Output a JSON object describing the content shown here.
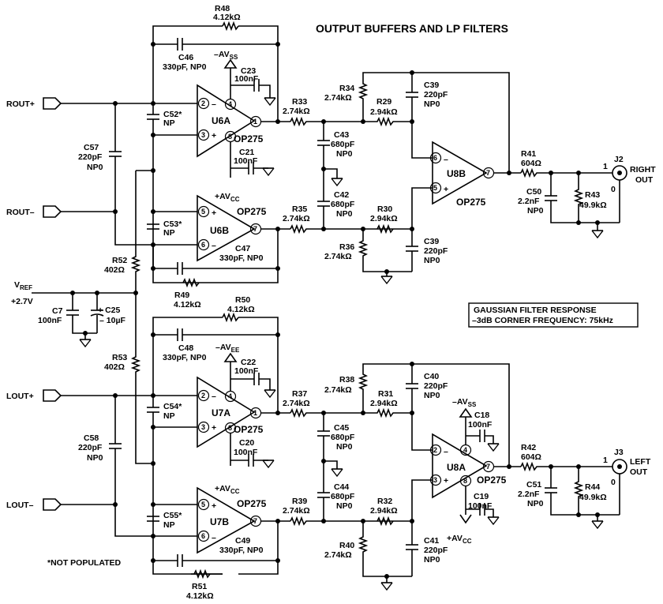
{
  "title": "OUTPUT BUFFERS AND LP FILTERS",
  "note": "*NOT POPULATED",
  "filter_box": {
    "line1": "GAUSSIAN FILTER RESPONSE",
    "line2": "–3dB CORNER FREQUENCY: 75kHz"
  },
  "ports": {
    "rout_p": "ROUT+",
    "rout_n": "ROUT–",
    "lout_p": "LOUT+",
    "lout_n": "LOUT–",
    "vref1": "V",
    "vref_sub": "REF",
    "vref2": "+2.7V"
  },
  "rails": {
    "avss": "–AV",
    "avss_sub": "SS",
    "avcc": "+AV",
    "avcc_sub": "CC",
    "avee": "–AV",
    "avee_sub": "EE"
  },
  "opamps": {
    "u6a": "U6A",
    "u6b": "U6B",
    "u7a": "U7A",
    "u7b": "U7B",
    "u8a": "U8A",
    "u8b": "U8B",
    "part": "OP275"
  },
  "connectors": {
    "j2": "J2",
    "j2_out1": "RIGHT",
    "j2_out2": "OUT",
    "j3": "J3",
    "j3_out1": "LEFT",
    "j3_out2": "OUT",
    "pin1": "1",
    "pin0": "0"
  },
  "components": {
    "r48": {
      "name": "R48",
      "value": "4.12kΩ"
    },
    "c46": {
      "name": "C46",
      "value": "330pF, NP0"
    },
    "c23": {
      "name": "C23",
      "value": "100nF"
    },
    "c52": {
      "name": "C52*",
      "value": "NP"
    },
    "r33": {
      "name": "R33",
      "value": "2.74kΩ"
    },
    "r34": {
      "name": "R34",
      "value": "2.74kΩ"
    },
    "r29": {
      "name": "R29",
      "value": "2.94kΩ"
    },
    "c39a": {
      "name": "C39",
      "value": "220pF",
      "type": "NP0"
    },
    "c43": {
      "name": "C43",
      "value": "680pF",
      "type": "NP0"
    },
    "c21": {
      "name": "C21",
      "value": "100nF"
    },
    "c57": {
      "name": "C57",
      "value": "220pF",
      "type": "NP0"
    },
    "c53": {
      "name": "C53*",
      "value": "NP"
    },
    "r35": {
      "name": "R35",
      "value": "2.74kΩ"
    },
    "c42": {
      "name": "C42",
      "value": "680pF",
      "type": "NP0"
    },
    "r30": {
      "name": "R30",
      "value": "2.94kΩ"
    },
    "c47": {
      "name": "C47",
      "value": "330pF, NP0"
    },
    "r36": {
      "name": "R36",
      "value": "2.74kΩ"
    },
    "c39b": {
      "name": "C39",
      "value": "220pF",
      "type": "NP0"
    },
    "r41": {
      "name": "R41",
      "value": "604Ω"
    },
    "c50": {
      "name": "C50",
      "value": "2.2nF",
      "type": "NP0"
    },
    "r43": {
      "name": "R43",
      "value": "49.9kΩ"
    },
    "r52": {
      "name": "R52",
      "value": "402Ω"
    },
    "r49": {
      "name": "R49",
      "value": "4.12kΩ"
    },
    "c7": {
      "name": "C7",
      "value": "100nF"
    },
    "c25": {
      "name": "C25",
      "value": "10µF"
    },
    "r50": {
      "name": "R50",
      "value": "4.12kΩ"
    },
    "c48": {
      "name": "C48",
      "value": "330pF, NP0"
    },
    "r53": {
      "name": "R53",
      "value": "402Ω"
    },
    "c22": {
      "name": "C22",
      "value": "100nF"
    },
    "r38": {
      "name": "R38",
      "value": "2.74kΩ"
    },
    "c40": {
      "name": "C40",
      "value": "220pF",
      "type": "NP0"
    },
    "c54": {
      "name": "C54*",
      "value": "NP"
    },
    "r37": {
      "name": "R37",
      "value": "2.74kΩ"
    },
    "r31": {
      "name": "R31",
      "value": "2.94kΩ"
    },
    "c18": {
      "name": "C18",
      "value": "100nF"
    },
    "c45": {
      "name": "C45",
      "value": "680pF",
      "type": "NP0"
    },
    "c20": {
      "name": "C20",
      "value": "100nF"
    },
    "c58": {
      "name": "C58",
      "value": "220pF",
      "type": "NP0"
    },
    "r42": {
      "name": "R42",
      "value": "604Ω"
    },
    "c51": {
      "name": "C51",
      "value": "2.2nF",
      "type": "NP0"
    },
    "r44": {
      "name": "R44",
      "value": "49.9kΩ"
    },
    "c44": {
      "name": "C44",
      "value": "680pF",
      "type": "NP0"
    },
    "c19": {
      "name": "C19",
      "value": "100nF"
    },
    "c55": {
      "name": "C55*",
      "value": "NP"
    },
    "r39": {
      "name": "R39",
      "value": "2.74kΩ"
    },
    "r32": {
      "name": "R32",
      "value": "2.94kΩ"
    },
    "c49": {
      "name": "C49",
      "value": "330pF, NP0"
    },
    "r40": {
      "name": "R40",
      "value": "2.74kΩ"
    },
    "c41": {
      "name": "C41",
      "value": "220pF",
      "type": "NP0"
    },
    "r51": {
      "name": "R51",
      "value": "4.12kΩ"
    }
  },
  "pins": {
    "p1": "1",
    "p2": "2",
    "p3": "3",
    "p4": "4",
    "p5": "5",
    "p6": "6",
    "p7": "7",
    "p8": "8",
    "plus": "+",
    "minus": "–"
  }
}
